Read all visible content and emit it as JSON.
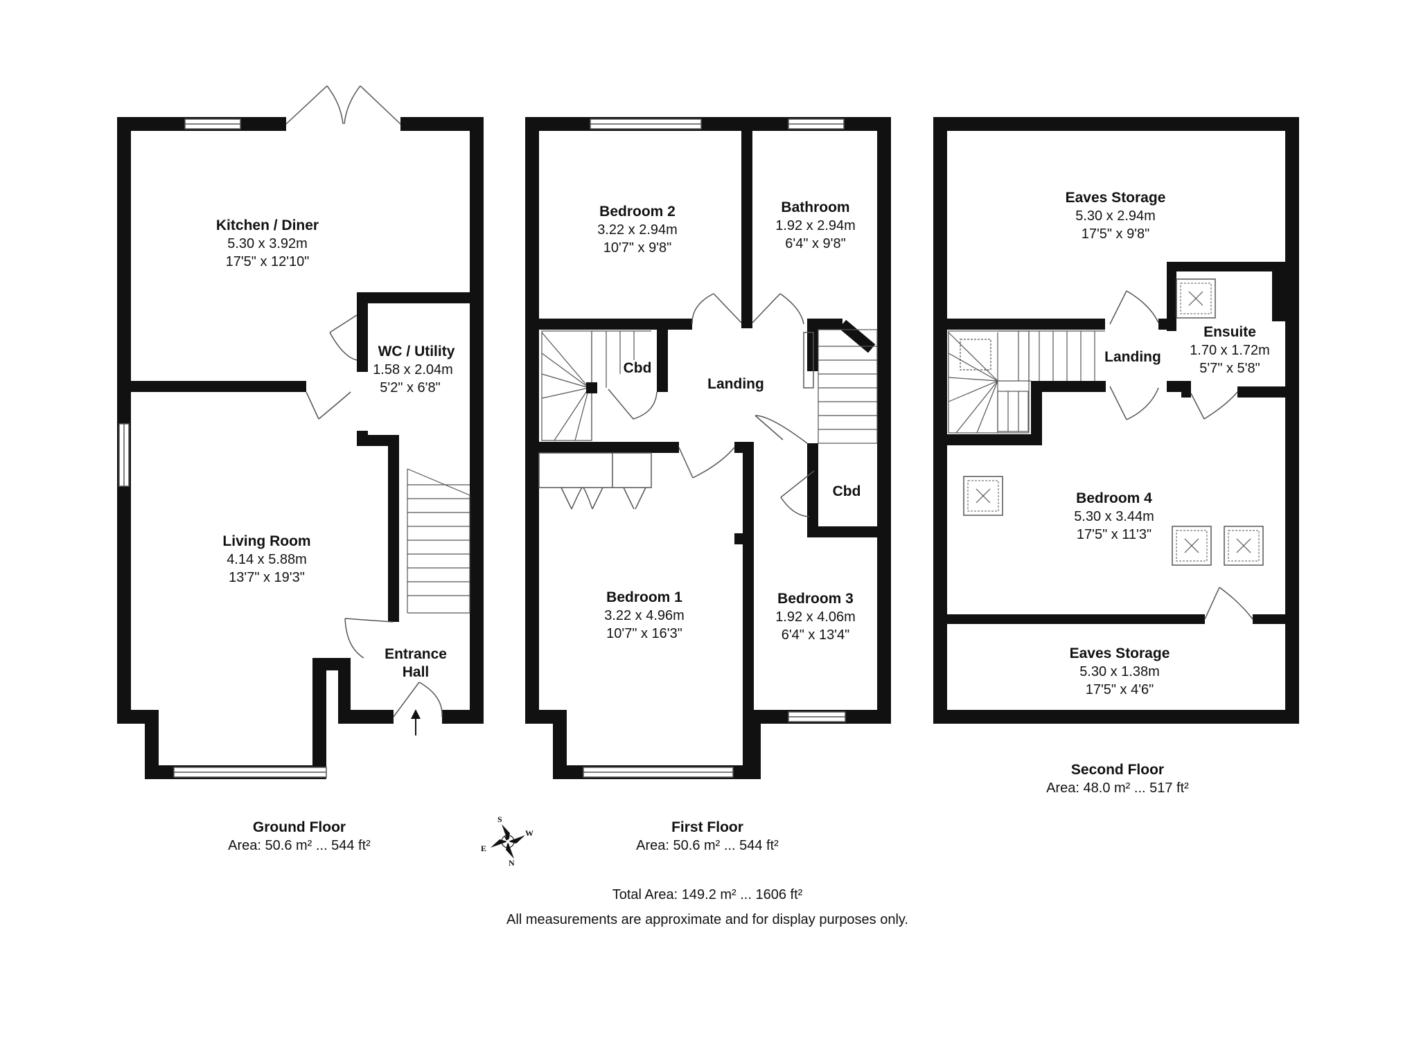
{
  "floors": {
    "ground": {
      "title": "Ground Floor",
      "area": "Area: 50.6 m² ... 544 ft²",
      "rooms": {
        "kitchen": {
          "name": "Kitchen / Diner",
          "metric": "5.30 x 3.92m",
          "imperial": "17'5\" x 12'10\""
        },
        "wc": {
          "name": "WC / Utility",
          "metric": "1.58 x 2.04m",
          "imperial": "5'2\" x 6'8\""
        },
        "living": {
          "name": "Living Room",
          "metric": "4.14 x 5.88m",
          "imperial": "13'7\" x 19'3\""
        },
        "hall": {
          "name1": "Entrance",
          "name2": "Hall"
        }
      }
    },
    "first": {
      "title": "First Floor",
      "area": "Area: 50.6 m² ... 544 ft²",
      "rooms": {
        "bed2": {
          "name": "Bedroom 2",
          "metric": "3.22 x 2.94m",
          "imperial": "10'7\" x 9'8\""
        },
        "bath": {
          "name": "Bathroom",
          "metric": "1.92 x 2.94m",
          "imperial": "6'4\" x 9'8\""
        },
        "cbd1": {
          "name": "Cbd"
        },
        "landing": {
          "name": "Landing"
        },
        "cbd2": {
          "name": "Cbd"
        },
        "bed1": {
          "name": "Bedroom 1",
          "metric": "3.22 x 4.96m",
          "imperial": "10'7\" x 16'3\""
        },
        "bed3": {
          "name": "Bedroom 3",
          "metric": "1.92 x 4.06m",
          "imperial": "6'4\" x 13'4\""
        }
      }
    },
    "second": {
      "title": "Second Floor",
      "area": "Area: 48.0 m² ... 517 ft²",
      "rooms": {
        "eaves1": {
          "name": "Eaves Storage",
          "metric": "5.30 x 2.94m",
          "imperial": "17'5\" x 9'8\""
        },
        "landing": {
          "name": "Landing"
        },
        "ensuite": {
          "name": "Ensuite",
          "metric": "1.70 x 1.72m",
          "imperial": "5'7\" x 5'8\""
        },
        "bed4": {
          "name": "Bedroom 4",
          "metric": "5.30 x 3.44m",
          "imperial": "17'5\" x 11'3\""
        },
        "eaves2": {
          "name": "Eaves Storage",
          "metric": "5.30 x 1.38m",
          "imperial": "17'5\" x 4'6\""
        }
      }
    }
  },
  "compass": {
    "s": "S",
    "w": "W",
    "e": "E",
    "n": "N"
  },
  "total_area": "Total Area: 149.2 m² ... 1606 ft²",
  "disclaimer": "All measurements are approximate and for display purposes only.",
  "colors": {
    "wall": "#111111",
    "background": "#ffffff",
    "line": "#555555"
  }
}
